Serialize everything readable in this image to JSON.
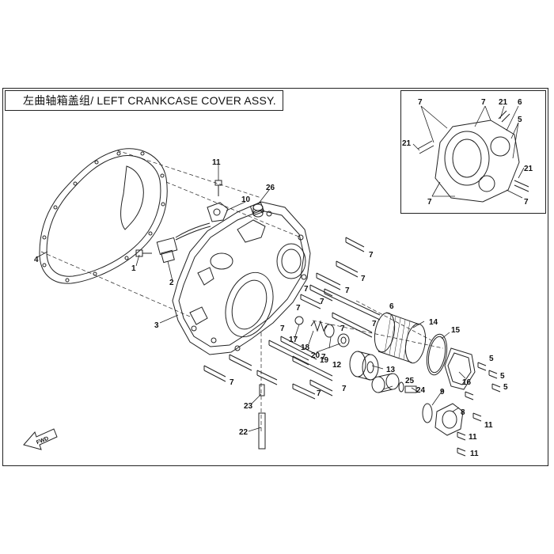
{
  "title": "左曲轴箱盖组/ LEFT CRANKCASE COVER  ASSY.",
  "fwd_label": "FWD",
  "callouts": {
    "c1": "1",
    "c2": "2",
    "c3": "3",
    "c4": "4",
    "c5a": "5",
    "c5b": "5",
    "c5c": "5",
    "c6": "6",
    "c7a": "7",
    "c7b": "7",
    "c7c": "7",
    "c7d": "7",
    "c7e": "7",
    "c7f": "7",
    "c7g": "7",
    "c7h": "7",
    "c7i": "7",
    "c7j": "7",
    "c7k": "7",
    "c7l": "7",
    "c7m": "7",
    "c8": "8",
    "c9": "9",
    "c10": "10",
    "c11a": "11",
    "c11b": "11",
    "c11c": "11",
    "c11d": "11",
    "c12": "12",
    "c13": "13",
    "c14": "14",
    "c15": "15",
    "c16": "16",
    "c17": "17",
    "c18": "18",
    "c19": "19",
    "c20": "20",
    "c22": "22",
    "c23": "23",
    "c24": "24",
    "c25": "25",
    "c26": "26"
  },
  "inset_callouts": {
    "i7a": "7",
    "i7b": "7",
    "i21a": "21",
    "i6": "6",
    "i5": "5",
    "i21b": "21",
    "i21c": "21",
    "i7c": "7",
    "i7d": "7"
  }
}
